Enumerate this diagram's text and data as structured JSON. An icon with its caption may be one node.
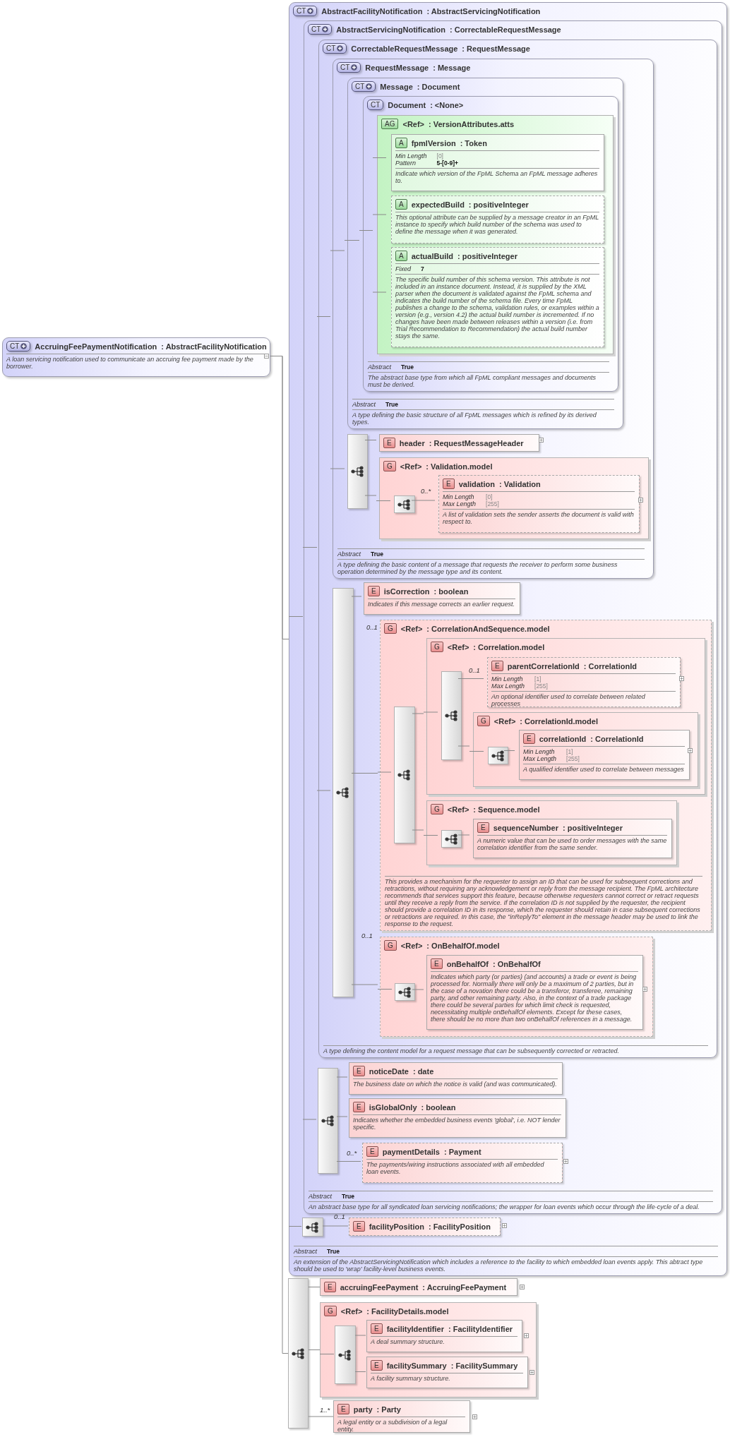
{
  "diagram": {
    "nodes": [
      {
        "text": [
          "CT",
          "AccruingFeePaymentNotification",
          ": AbstractFacilityNotification",
          "A loan servicing notification used to communicate an accruing fee payment made by the borrower."
        ]
      },
      {
        "text": [
          "CT",
          "AbstractFacilityNotification",
          ": AbstractServicingNotification",
          "Abstract",
          "True",
          "An extension of the AbstractServicingNotification which includes a reference to the facility to which embedded loan events apply. This abtract type should be used to 'wrap' facility-level business events."
        ]
      },
      {
        "in": 1,
        "text": [
          "CT",
          "AbstractServicingNotification",
          ": CorrectableRequestMessage",
          "Abstract",
          "True",
          "An abstract base type for all syndicated loan servicing notifications; the wrapper for loan events which occur through the life-cycle of a deal."
        ]
      },
      {
        "in": 2,
        "text": [
          "CT",
          "CorrectableRequestMessage",
          ": RequestMessage",
          "A type defining the content model for a request message that can be subsequently corrected or retracted."
        ]
      },
      {
        "in": 3,
        "text": [
          "CT",
          "RequestMessage",
          ": Message",
          "Abstract",
          "True",
          "A type defining the basic content of a message that requests the receiver to perform some business operation determined by the message type and its content."
        ]
      },
      {
        "in": 4,
        "text": [
          "CT",
          "Message",
          ": Document",
          "Abstract",
          "True",
          "A type defining the basic structure of all FpML messages which is refined by its derived types."
        ]
      },
      {
        "in": 5,
        "text": [
          "CT",
          "Document",
          ": <None>",
          "Abstract",
          "True",
          "The abstract base type from which all FpML compliant messages and documents must be derived."
        ]
      },
      {
        "in": 6,
        "text": [
          "AG",
          "<Ref>",
          ": VersionAttributes.atts"
        ]
      },
      {
        "in": 7,
        "text": [
          "A",
          "fpmlVersion",
          ": Token",
          "Min Length",
          "[0]",
          "Pattern",
          "5-[0-9]+",
          "Indicate which version of the FpML Schema an FpML message adheres to."
        ]
      },
      {
        "in": 7,
        "text": [
          "A",
          "expectedBuild",
          ": positiveInteger",
          "This optional attribute can be supplied by a message creator in an FpML instance to specify which build number of the schema was used to define the message when it was generated."
        ]
      },
      {
        "in": 7,
        "text": [
          "A",
          "actualBuild",
          ": positiveInteger",
          "Fixed",
          "7",
          "The specific build number of this schema version. This attribute is not included in an instance document. Instead, it is supplied by the XML parser when the document is validated against the FpML schema and indicates the build number of the schema file. Every time FpML publishes a change to the schema, validation rules, or examples within a version (e.g., version 4.2) the actual build number is incremented. If no changes have been made between releases within a version (i.e. from Trial Recommendation to Recommendation) the actual build number stays the same."
        ]
      },
      {
        "in": 4,
        "text": [],
        "shape": "box"
      },
      {
        "in": 4,
        "text": [
          "E",
          "header",
          ": RequestMessageHeader"
        ]
      },
      {
        "in": 4,
        "text": [
          "G",
          "<Ref>",
          ": Validation.model"
        ]
      },
      {
        "in": 13,
        "text": [],
        "shape": "box"
      },
      {
        "in": 13,
        "text": [
          "E",
          "validation",
          ": Validation",
          "Min Length",
          "[0]",
          "Max Length",
          "[255]",
          "A list of validation sets the sender asserts the document is valid with respect to."
        ],
        "beside": [
          "0..*"
        ]
      },
      {
        "in": 3,
        "text": [],
        "shape": "box"
      },
      {
        "in": 3,
        "text": [
          "E",
          "isCorrection",
          ": boolean",
          "Indicates if this message corrects an earlier request."
        ]
      },
      {
        "in": 3,
        "text": [
          "G",
          "<Ref>",
          ": CorrelationAndSequence.model",
          "This provides a mechanism for the requester to assign an ID that can be used for subsequent corrections and retractions, without requiring any acknowledgement or reply from the message recipient. The FpML architecture recommends that services support this feature, because otherwise requesters cannot correct or retract requests until they receive a reply from the service. If the correlation ID is not supplied by the requester, the recipient should provide a correlation ID in its response, which the requester should retain in case subsequent corrections or retractions are required. In this case, the \"inReplyTo\" element in the message header may be used to link the response to the request."
        ],
        "beside": [
          "0..1"
        ]
      },
      {
        "in": 18,
        "text": [],
        "shape": "box"
      },
      {
        "in": 18,
        "text": [
          "G",
          "<Ref>",
          ": Correlation.model"
        ]
      },
      {
        "in": 20,
        "text": [],
        "shape": "box"
      },
      {
        "in": 20,
        "text": [
          "E",
          "parentCorrelationId",
          ": CorrelationId",
          "Min Length",
          "[1]",
          "Max Length",
          "[255]",
          "An optional identifier used to correlate between related processes"
        ],
        "beside": [
          "0..1"
        ]
      },
      {
        "in": 20,
        "text": [
          "G",
          "<Ref>",
          ": CorrelationId.model"
        ]
      },
      {
        "in": 23,
        "text": [],
        "shape": "box"
      },
      {
        "in": 23,
        "text": [
          "E",
          "correlationId",
          ": CorrelationId",
          "Min Length",
          "[1]",
          "Max Length",
          "[255]",
          "A qualified identifier used to correlate between messages"
        ]
      },
      {
        "in": 18,
        "text": [
          "G",
          "<Ref>",
          ": Sequence.model"
        ]
      },
      {
        "in": 26,
        "text": [],
        "shape": "box"
      },
      {
        "in": 26,
        "text": [
          "E",
          "sequenceNumber",
          ": positiveInteger",
          "A numeric value that can be used to order messages with the same correlation identifier from the same sender."
        ]
      },
      {
        "in": 3,
        "text": [
          "G",
          "<Ref>",
          ": OnBehalfOf.model"
        ],
        "beside": [
          "0..1"
        ]
      },
      {
        "in": 29,
        "text": [],
        "shape": "box"
      },
      {
        "in": 29,
        "text": [
          "E",
          "onBehalfOf",
          ": OnBehalfOf",
          "Indicates which party (or parties) (and accounts) a trade or event is being processed for. Normally there will only be a maximum of 2 parties, but in the case of a novation there could be a transferor, transferee, remaining party, and other remaining party. Also, in the context of a trade package there could be several parties for which limit check is requested, necessitating multiple onBehalfOf elements. Except for these cases, there should be no more than two onBehalfOf references in a message."
        ]
      },
      {
        "in": 2,
        "text": [],
        "shape": "box"
      },
      {
        "in": 2,
        "text": [
          "E",
          "noticeDate",
          ": date",
          "The business date on which the notice is valid (and was communicated)."
        ]
      },
      {
        "in": 2,
        "text": [
          "E",
          "isGlobalOnly",
          ": boolean",
          "Indicates whether the embedded business events 'global', i.e. NOT lender specific."
        ]
      },
      {
        "in": 2,
        "text": [
          "E",
          "paymentDetails",
          ": Payment",
          "The payments/wiring instructions associated with all embedded loan events."
        ],
        "beside": [
          "0..*"
        ]
      },
      {
        "in": 1,
        "text": [],
        "shape": "box"
      },
      {
        "in": 1,
        "text": [
          "E",
          "facilityPosition",
          ": FacilityPosition"
        ],
        "beside": [
          "0..1"
        ]
      },
      {
        "text": [],
        "shape": "box"
      },
      {
        "text": [
          "E",
          "accruingFeePayment",
          ": AccruingFeePayment"
        ]
      },
      {
        "text": [
          "G",
          "<Ref>",
          ": FacilityDetails.model"
        ]
      },
      {
        "in": 40,
        "text": [],
        "shape": "box"
      },
      {
        "in": 40,
        "text": [
          "E",
          "facilityIdentifier",
          ": FacilityIdentifier",
          "A deal summary structure."
        ]
      },
      {
        "in": 40,
        "text": [
          "E",
          "facilitySummary",
          ": FacilitySummary",
          "A facility summary structure."
        ]
      },
      {
        "text": [
          "E",
          "party",
          ": Party",
          "A legal entity or a subdivision of a legal entity."
        ],
        "beside": [
          "1..*"
        ]
      }
    ],
    "edges": [
      {
        "from": 0,
        "to": 1,
        "arrow": "none"
      },
      {
        "from": 0,
        "to": 38,
        "arrow": "none"
      },
      {
        "from": 1,
        "to": 2,
        "arrow": "none"
      },
      {
        "from": 1,
        "to": 36,
        "arrow": "none"
      },
      {
        "from": 2,
        "to": 3,
        "arrow": "none"
      },
      {
        "from": 2,
        "to": 32,
        "arrow": "none"
      },
      {
        "from": 3,
        "to": 4,
        "arrow": "none"
      },
      {
        "from": 3,
        "to": 16,
        "arrow": "none"
      },
      {
        "from": 4,
        "to": 5,
        "arrow": "none"
      },
      {
        "from": 4,
        "to": 11,
        "arrow": "none"
      },
      {
        "from": 5,
        "to": 6,
        "arrow": "none"
      },
      {
        "from": 6,
        "to": 7,
        "arrow": "none"
      },
      {
        "from": 7,
        "to": 8,
        "arrow": "none"
      },
      {
        "from": 7,
        "to": 9,
        "arrow": "none"
      },
      {
        "from": 7,
        "to": 10,
        "arrow": "none"
      },
      {
        "from": 11,
        "to": 12,
        "arrow": "none"
      },
      {
        "from": 11,
        "to": 13,
        "arrow": "none"
      },
      {
        "from": 13,
        "to": 14,
        "arrow": "none"
      },
      {
        "from": 14,
        "to": 15,
        "arrow": "none"
      },
      {
        "from": 16,
        "to": 17,
        "arrow": "none"
      },
      {
        "from": 16,
        "to": 18,
        "arrow": "none"
      },
      {
        "from": 16,
        "to": 29,
        "arrow": "none"
      },
      {
        "from": 18,
        "to": 19,
        "arrow": "none"
      },
      {
        "from": 19,
        "to": 20,
        "arrow": "none"
      },
      {
        "from": 19,
        "to": 26,
        "arrow": "none"
      },
      {
        "from": 20,
        "to": 21,
        "arrow": "none"
      },
      {
        "from": 21,
        "to": 22,
        "arrow": "none"
      },
      {
        "from": 21,
        "to": 23,
        "arrow": "none"
      },
      {
        "from": 23,
        "to": 24,
        "arrow": "none"
      },
      {
        "from": 24,
        "to": 25,
        "arrow": "none"
      },
      {
        "from": 26,
        "to": 27,
        "arrow": "none"
      },
      {
        "from": 27,
        "to": 28,
        "arrow": "none"
      },
      {
        "from": 29,
        "to": 30,
        "arrow": "none"
      },
      {
        "from": 30,
        "to": 31,
        "arrow": "none"
      },
      {
        "from": 32,
        "to": 33,
        "arrow": "none"
      },
      {
        "from": 32,
        "to": 34,
        "arrow": "none"
      },
      {
        "from": 32,
        "to": 35,
        "arrow": "none"
      },
      {
        "from": 36,
        "to": 37,
        "arrow": "none"
      },
      {
        "from": 38,
        "to": 39,
        "arrow": "none"
      },
      {
        "from": 38,
        "to": 40,
        "arrow": "none"
      },
      {
        "from": 38,
        "to": 44,
        "arrow": "none"
      },
      {
        "from": 40,
        "to": 41,
        "arrow": "none"
      },
      {
        "from": 41,
        "to": 42,
        "arrow": "none"
      },
      {
        "from": 41,
        "to": 43,
        "arrow": "none"
      }
    ]
  }
}
